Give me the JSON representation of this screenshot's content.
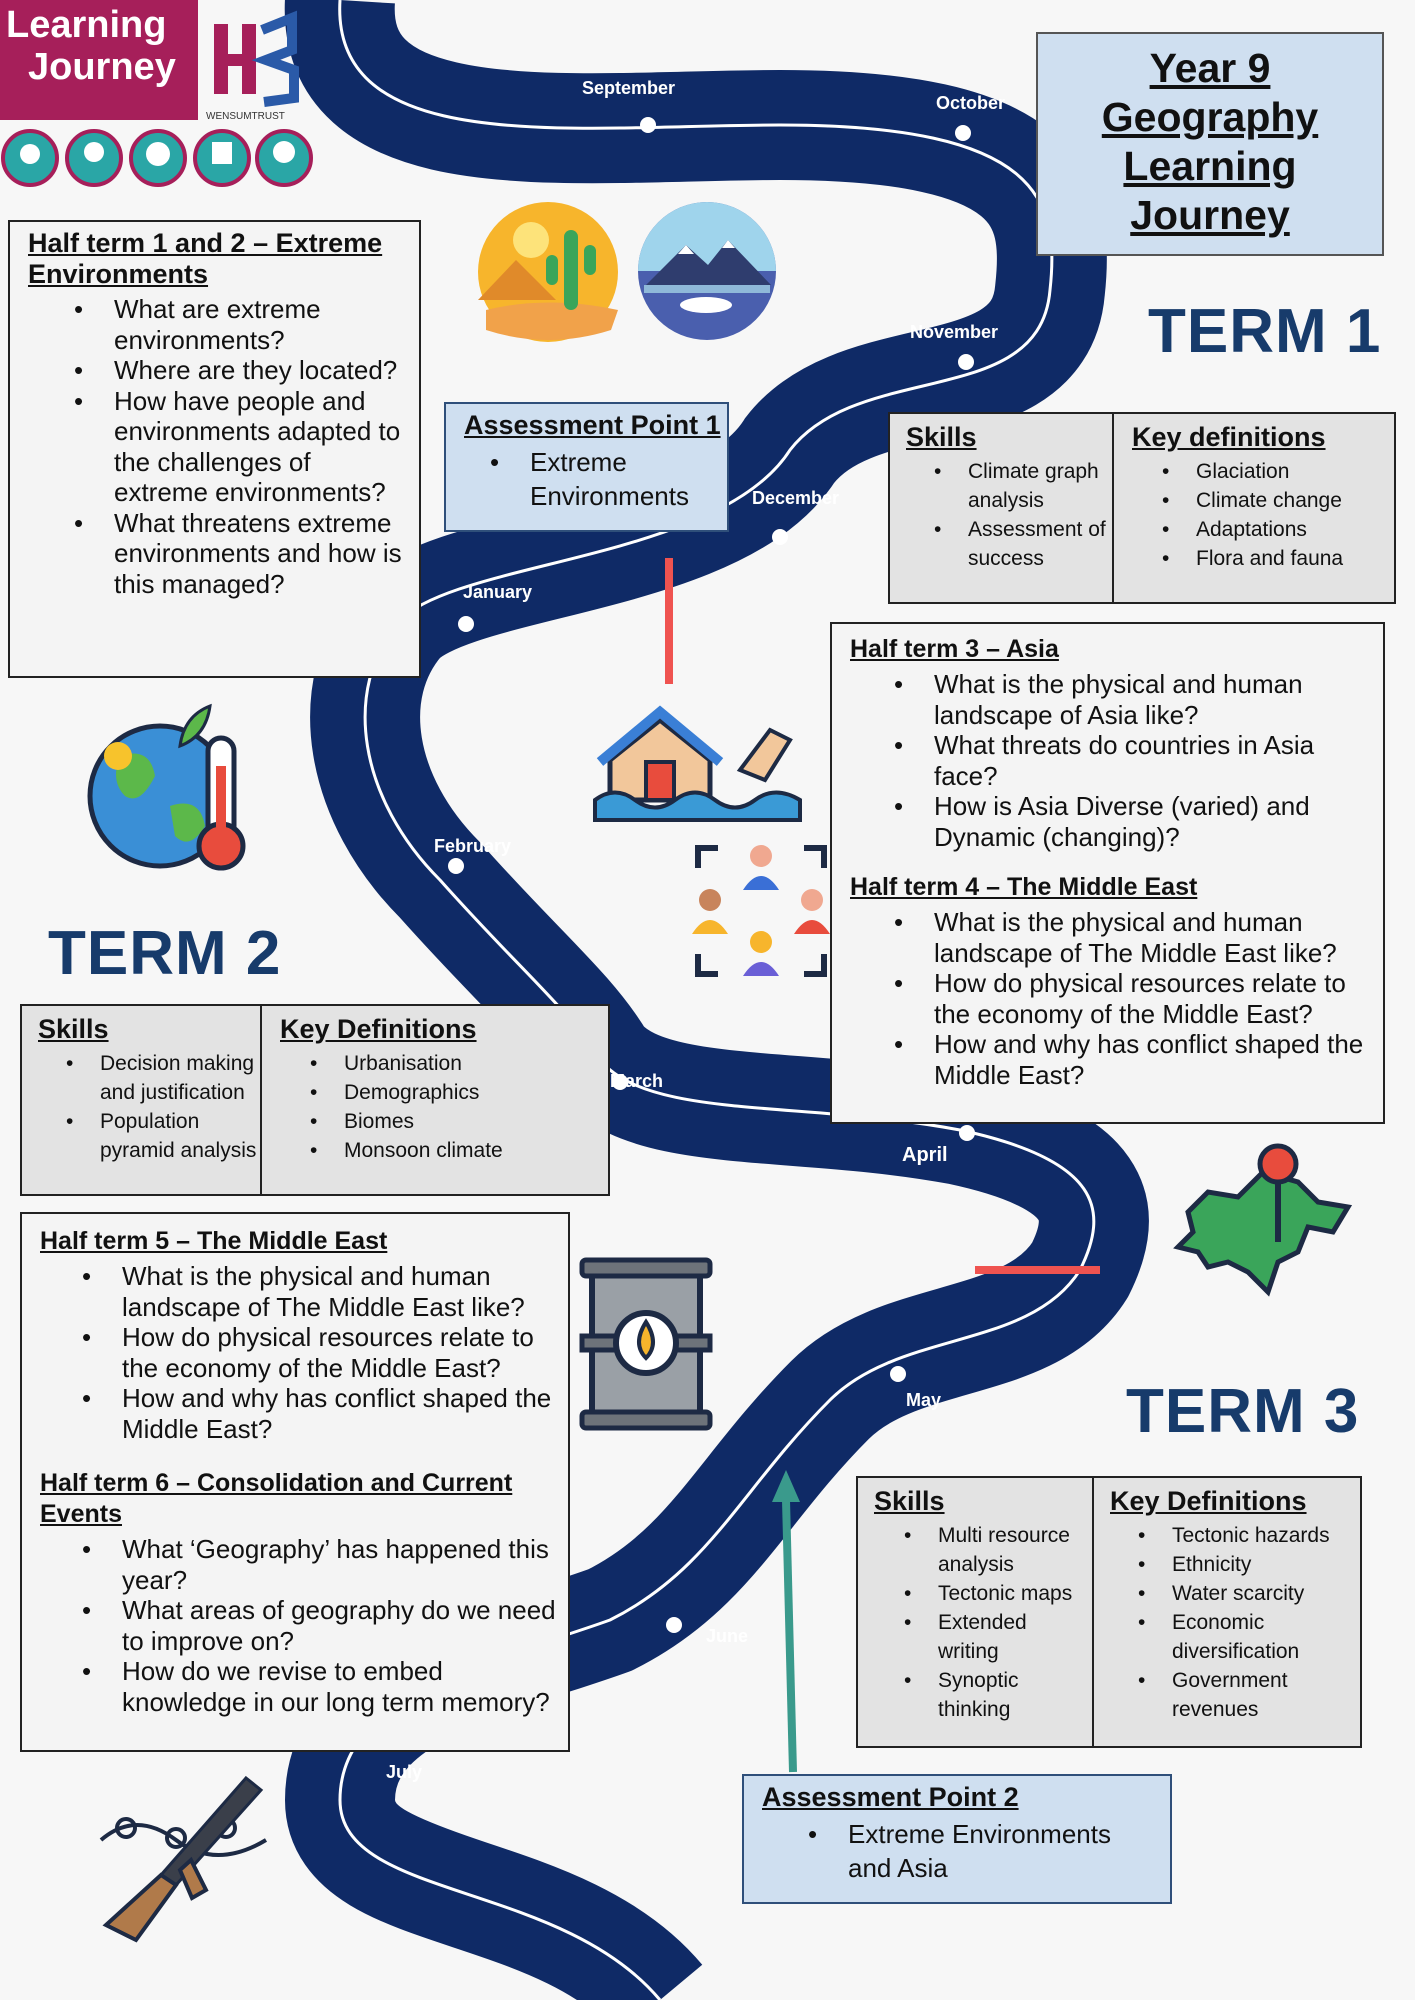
{
  "logo": {
    "line1": "Learning",
    "line2": "Journey",
    "trust": "WENSUMTRUST"
  },
  "values_icons": [
    "inquisitive-icon",
    "imaginative-icon",
    "collaborative-icon",
    "persistent-icon",
    "disciplined-icon"
  ],
  "title": {
    "l1": "Year 9",
    "l2": "Geography",
    "l3": "Learning",
    "l4": "Journey"
  },
  "months": {
    "september": "September",
    "october": "October",
    "november": "November",
    "december": "December",
    "january": "January",
    "february": "February",
    "march": "March",
    "april": "April",
    "may": "May",
    "june": "June",
    "july": "July"
  },
  "terms": {
    "t1": "TERM 1",
    "t2": "TERM 2",
    "t3": "TERM 3"
  },
  "ht12": {
    "title_l1": "Half term 1 and 2  – Extreme",
    "title_l2": "Environments",
    "items": [
      "What are extreme environments?",
      "Where are they located?",
      "How have people and environments adapted to the challenges of extreme environments?",
      "What threatens extreme environments and how is this managed?"
    ]
  },
  "ap1": {
    "title": "Assessment Point 1",
    "item": "Extreme Environments"
  },
  "t1_skills": {
    "title": "Skills",
    "items": [
      "Climate graph analysis",
      "Assessment of success"
    ]
  },
  "t1_defs": {
    "title": "Key definitions",
    "items": [
      "Glaciation",
      "Climate change",
      "Adaptations",
      "Flora and fauna"
    ]
  },
  "ht34": {
    "ht3_title": "Half term 3 – Asia",
    "ht3_items": [
      "What is the physical and human landscape of Asia like?",
      "What threats do countries in Asia face?",
      "How is Asia Diverse (varied) and Dynamic (changing)?"
    ],
    "ht4_title": "Half term 4 – The Middle East",
    "ht4_items": [
      "What is the physical and human landscape of The Middle East like?",
      "How do physical resources relate to the economy of the Middle East?",
      "How and why has conflict shaped the Middle East?"
    ]
  },
  "t2_skills": {
    "title": "Skills",
    "items": [
      "Decision making and justification",
      "Population pyramid analysis"
    ]
  },
  "t2_defs": {
    "title": "Key Definitions",
    "items": [
      "Urbanisation",
      "Demographics",
      "Biomes",
      "Monsoon climate"
    ]
  },
  "ht56": {
    "ht5_title": "Half term 5  – The Middle East",
    "ht5_items": [
      "What is the physical and human landscape of The Middle East like?",
      "How do physical resources relate to the economy of the Middle East?",
      "How and why has conflict shaped the Middle East?"
    ],
    "ht6_title_l1": "Half term 6 – Consolidation and Current",
    "ht6_title_l2": "Events",
    "ht6_items": [
      "What ‘Geography’ has happened this year?",
      "What areas of geography do we need to improve on?",
      "How do we revise to embed knowledge in our long term memory?"
    ]
  },
  "t3_skills": {
    "title": "Skills",
    "items": [
      "Multi resource analysis",
      "Tectonic maps",
      "Extended writing",
      "Synoptic thinking"
    ]
  },
  "t3_defs": {
    "title": "Key Definitions",
    "items": [
      "Tectonic hazards",
      "Ethnicity",
      "Water scarcity",
      "Economic diversification",
      "Government revenues"
    ]
  },
  "ap2": {
    "title": "Assessment Point 2",
    "item": "Extreme Environments and Asia"
  },
  "colors": {
    "road": "#0f2a66",
    "term": "#173b6b",
    "marker": "#ef5350",
    "arrow": "#3a9a8c"
  }
}
